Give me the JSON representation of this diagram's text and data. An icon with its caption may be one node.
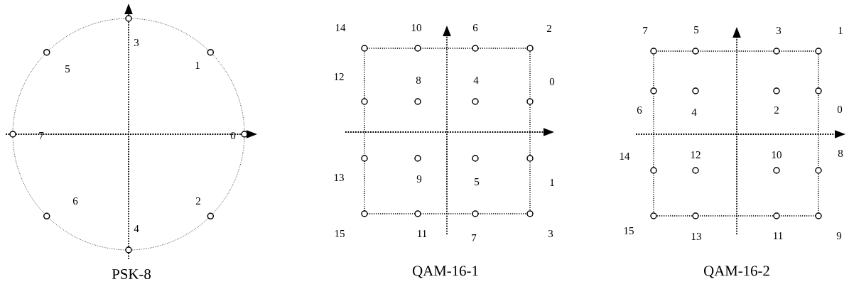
{
  "diagram": {
    "labels": [
      "3",
      "1",
      "5",
      "7",
      "0",
      "6",
      "2",
      "4",
      "PSK-8",
      "14",
      "10",
      "6",
      "2",
      "12",
      "8",
      "4",
      "0",
      "13",
      "9",
      "5",
      "1",
      "15",
      "11",
      "7",
      "3",
      "QAM-16-1",
      "7",
      "5",
      "3",
      "1",
      "6",
      "4",
      "2",
      "0",
      "14",
      "12",
      "10",
      "8",
      "15",
      "13",
      "11",
      "9",
      "QAM-16-2"
    ]
  }
}
